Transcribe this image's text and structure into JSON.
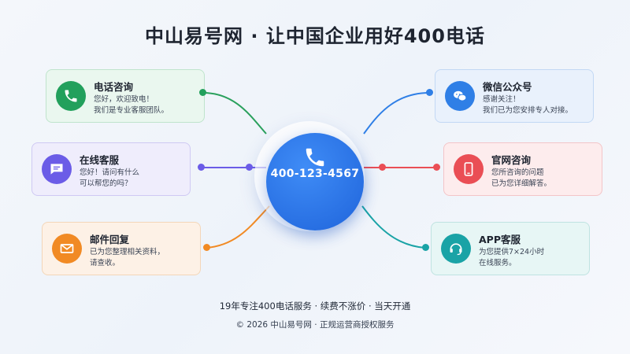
{
  "header": {
    "title": "中山易号网 · 让中国企业用好400电话"
  },
  "center": {
    "number": "400-123-4567"
  },
  "cards": [
    {
      "title": "电话咨询",
      "line1": "您好，欢迎致电！",
      "line2": "我们是专业客服团队。",
      "icon": "phone-icon",
      "color": "#22a05c"
    },
    {
      "title": "在线客服",
      "line1": "您好！请问有什么",
      "line2": "可以帮您的吗？",
      "icon": "chat-icon",
      "color": "#6b5ce7"
    },
    {
      "title": "邮件回复",
      "line1": "已为您整理相关资料，",
      "line2": "请查收。",
      "icon": "mail-icon",
      "color": "#f18a24"
    },
    {
      "title": "微信公众号",
      "line1": "感谢关注！",
      "line2": "我们已为您安排专人对接。",
      "icon": "wechat-icon",
      "color": "#2f7fe6"
    },
    {
      "title": "官网咨询",
      "line1": "您所咨询的问题",
      "line2": "已为您详细解答。",
      "icon": "mobile-icon",
      "color": "#ea4e55"
    },
    {
      "title": "APP客服",
      "line1": "为您提供7×24小时",
      "line2": "在线服务。",
      "icon": "headset-icon",
      "color": "#1aa3a6"
    }
  ],
  "footer": {
    "line1": "19年专注400电话服务 · 续费不涨价 · 当天开通",
    "line2": "© 2026 中山易号网 · 正规运营商授权服务"
  }
}
